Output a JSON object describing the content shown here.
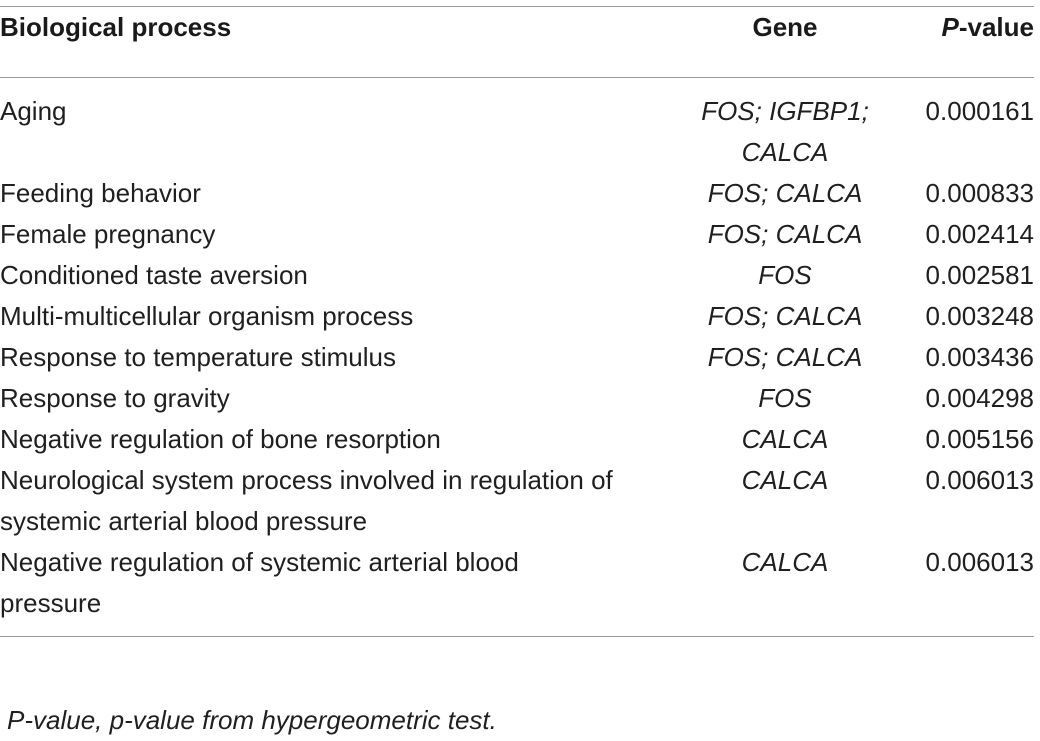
{
  "table": {
    "headers": {
      "process": "Biological process",
      "gene": "Gene",
      "pvalue_italic": "P",
      "pvalue_rest": "-value"
    },
    "rows": [
      {
        "process": "Aging",
        "gene_lines": [
          "FOS; IGFBP1;",
          "CALCA"
        ],
        "pvalue": "0.000161"
      },
      {
        "process": "Feeding behavior",
        "gene_lines": [
          "FOS; CALCA"
        ],
        "pvalue": "0.000833"
      },
      {
        "process": "Female pregnancy",
        "gene_lines": [
          "FOS; CALCA"
        ],
        "pvalue": "0.002414"
      },
      {
        "process": "Conditioned taste aversion",
        "gene_lines": [
          "FOS"
        ],
        "pvalue": "0.002581"
      },
      {
        "process": "Multi-multicellular organism process",
        "gene_lines": [
          "FOS; CALCA"
        ],
        "pvalue": "0.003248"
      },
      {
        "process": "Response to temperature stimulus",
        "gene_lines": [
          "FOS; CALCA"
        ],
        "pvalue": "0.003436"
      },
      {
        "process": "Response to gravity",
        "gene_lines": [
          "FOS"
        ],
        "pvalue": "0.004298"
      },
      {
        "process": "Negative regulation of bone resorption",
        "gene_lines": [
          "CALCA"
        ],
        "pvalue": "0.005156"
      },
      {
        "process_lines": [
          "Neurological system process involved in regulation of",
          "systemic arterial blood pressure"
        ],
        "gene_lines": [
          "CALCA"
        ],
        "pvalue": "0.006013"
      },
      {
        "process_lines": [
          "Negative regulation of systemic arterial blood",
          "pressure"
        ],
        "gene_lines": [
          "CALCA"
        ],
        "pvalue": "0.006013"
      }
    ]
  },
  "footnote": "P-value, p-value from hypergeometric test."
}
